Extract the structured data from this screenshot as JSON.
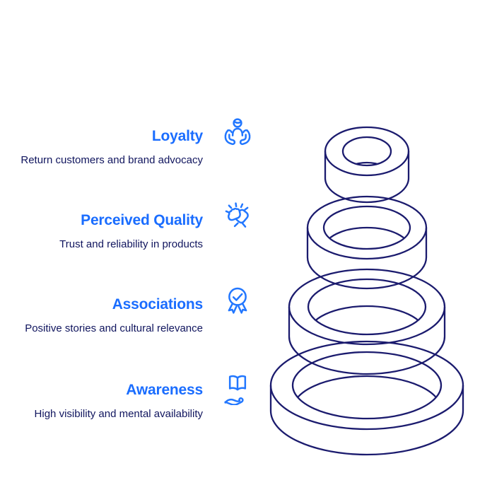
{
  "colors": {
    "accent": "#1a6dff",
    "icon": "#2277ff",
    "text_navy": "#10155e",
    "ring": "#1b1b6e",
    "background": "#ffffff"
  },
  "levels": [
    {
      "title": "Loyalty",
      "description": "Return customers and brand advocacy",
      "icon": "customer-care-icon"
    },
    {
      "title": "Perceived Quality",
      "description": "Trust and reliability in products",
      "icon": "fist-bump-icon"
    },
    {
      "title": "Associations",
      "description": "Positive stories and cultural relevance",
      "icon": "award-ribbon-icon"
    },
    {
      "title": "Awareness",
      "description": "High visibility and mental availability",
      "icon": "book-giving-icon"
    }
  ],
  "illustration": {
    "type": "stacked-rings",
    "tier_count": 4
  }
}
